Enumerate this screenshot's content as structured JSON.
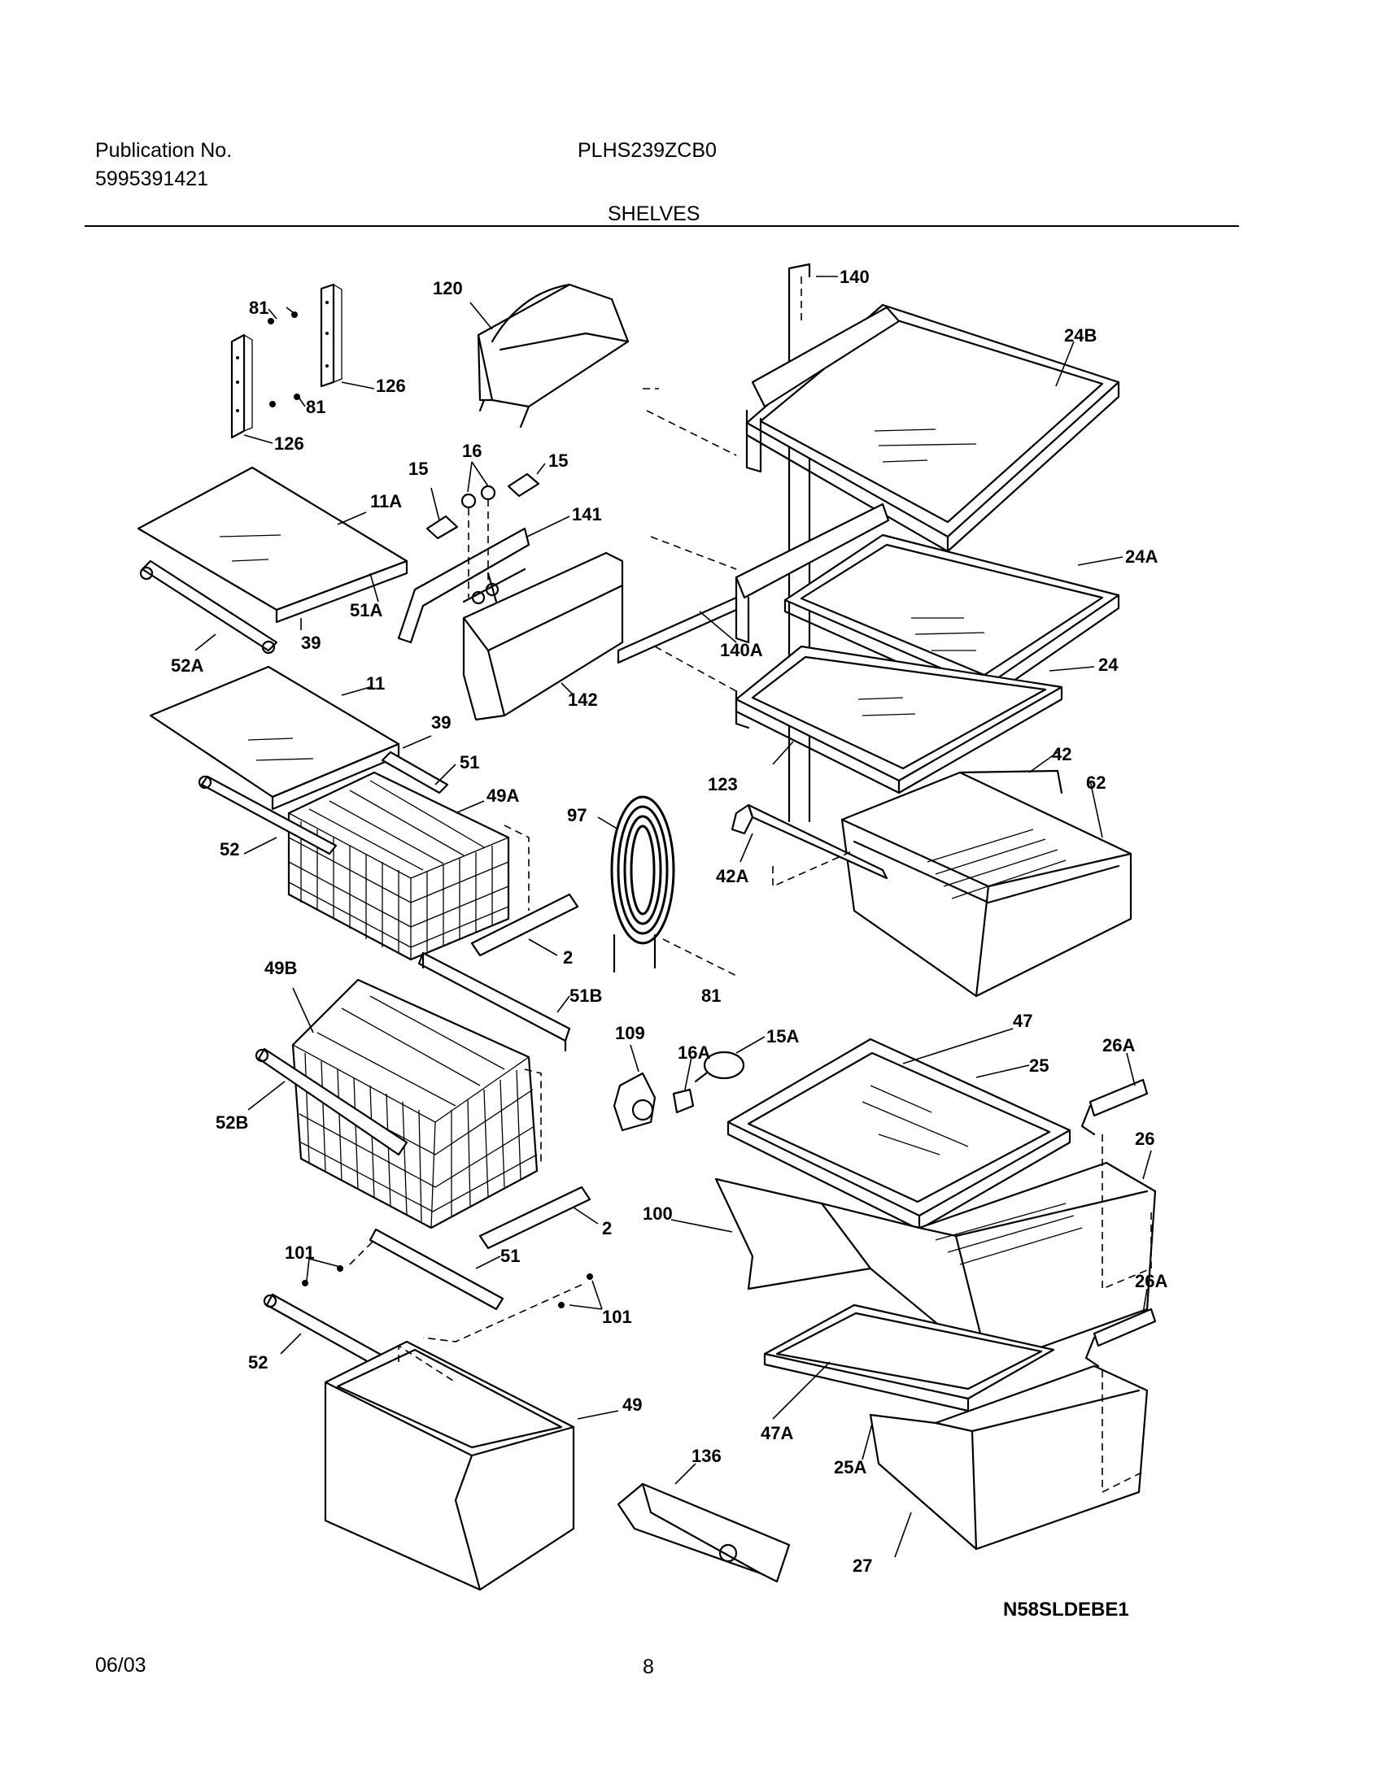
{
  "header": {
    "publication_label": "Publication No.",
    "publication_number": "5995391421",
    "model": "PLHS239ZCB0",
    "section_title": "SHELVES"
  },
  "diagram": {
    "drawing_code": "N58SLDEBE1",
    "callouts": {
      "c81a": "81",
      "c126a": "126",
      "c81b": "81",
      "c126b": "126",
      "c120": "120",
      "c140": "140",
      "c24b": "24B",
      "c15a": "15",
      "c16": "16",
      "c15b": "15",
      "c141": "141",
      "c11a": "11A",
      "c51a": "51A",
      "c39a": "39",
      "c52a": "52A",
      "c24a": "24A",
      "c140a": "140A",
      "c24": "24",
      "c142": "142",
      "c11": "11",
      "c39b": "39",
      "c51": "51",
      "c49a": "49A",
      "c52": "52",
      "c97": "97",
      "c123": "123",
      "c42": "42",
      "c62": "62",
      "c42a": "42A",
      "c2a": "2",
      "c81c": "81",
      "c49b": "49B",
      "c51b": "51B",
      "c52b": "52B",
      "c109": "109",
      "c16a": "16A",
      "c15aa": "15A",
      "c47": "47",
      "c25": "25",
      "c26a1": "26A",
      "c26": "26",
      "c100": "100",
      "c2b": "2",
      "c101a": "101",
      "c51c": "51",
      "c101b": "101",
      "c26a2": "26A",
      "c52c": "52",
      "c49": "49",
      "c136": "136",
      "c47a": "47A",
      "c25a": "25A",
      "c27": "27"
    }
  },
  "footer": {
    "date": "06/03",
    "page": "8"
  }
}
